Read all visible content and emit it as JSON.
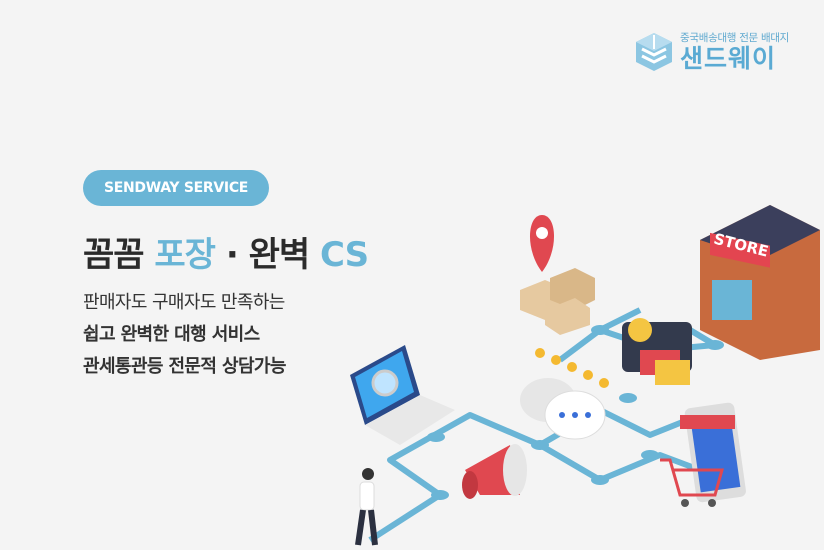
{
  "logo": {
    "tagline": "중국배송대행 전문 배대지",
    "name": "샌드웨이"
  },
  "badge": "SENDWAY SERVICE",
  "headline": {
    "part1": "꼼꼼",
    "part2": "포장",
    "sep": "·",
    "part3": "완벽",
    "part4": "CS"
  },
  "lines": [
    "판매자도 구매자도 만족하는",
    "쉽고 완벽한 대행 서비스",
    "관세통관등 전문적 상담가능"
  ],
  "store_sign": "STORE",
  "colors": {
    "accent": "#6ab5d6",
    "text": "#2b2b2b",
    "background": "#f4f4f4"
  }
}
